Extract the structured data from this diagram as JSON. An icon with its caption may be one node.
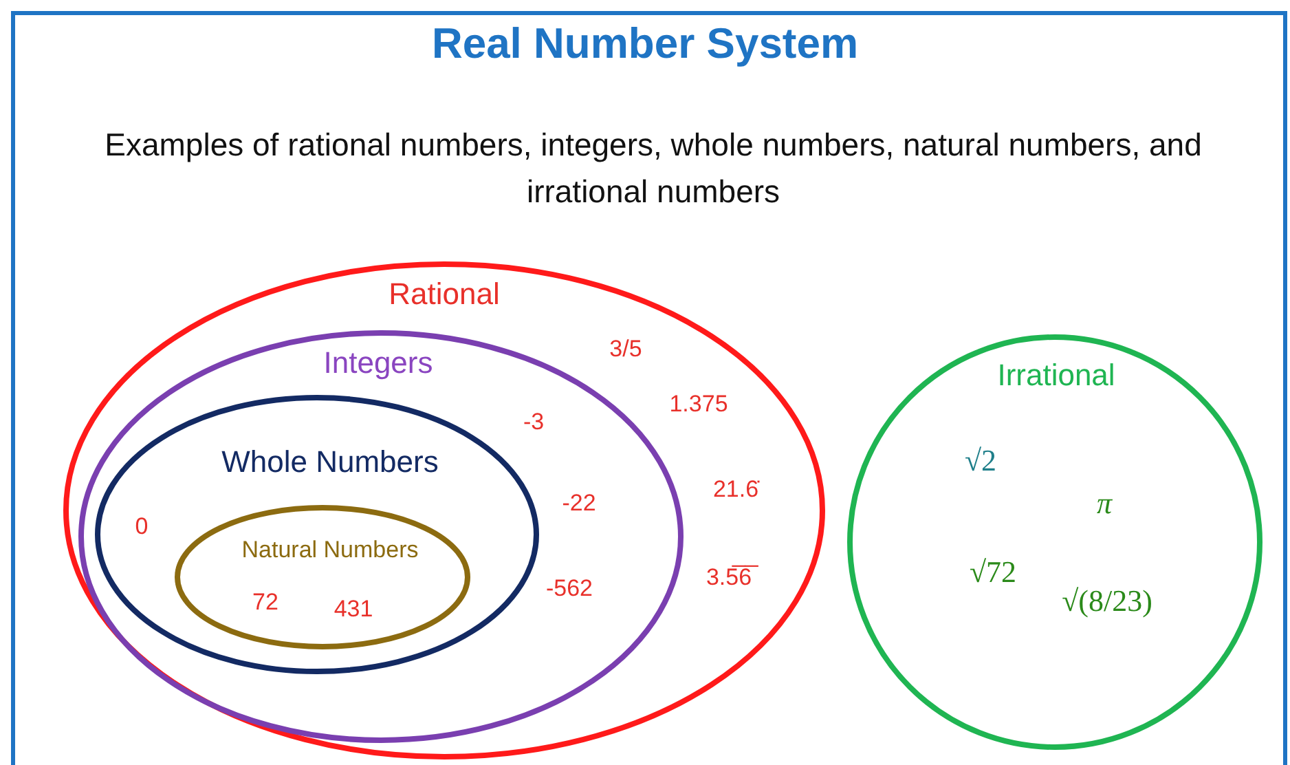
{
  "diagram": {
    "title": "Real Number System",
    "nodes": [
      {
        "text": [
          "Rational",
          "3/5",
          "1.375",
          "21.6̇",
          "3.5̅6̅"
        ]
      },
      {
        "text": [
          "Integers",
          "-3",
          "-22",
          "-562"
        ],
        "in": 0
      },
      {
        "text": [
          "Whole Numbers",
          "0"
        ],
        "in": 1
      },
      {
        "text": [
          "Natural Numbers",
          "72",
          "431"
        ],
        "in": 2
      },
      {
        "text": [
          "Irrational",
          "√2",
          "π",
          "√72",
          "√(8/23)"
        ]
      }
    ],
    "labels": [
      "Examples of rational numbers, integers, whole numbers, natural numbers, and irrational numbers"
    ]
  }
}
